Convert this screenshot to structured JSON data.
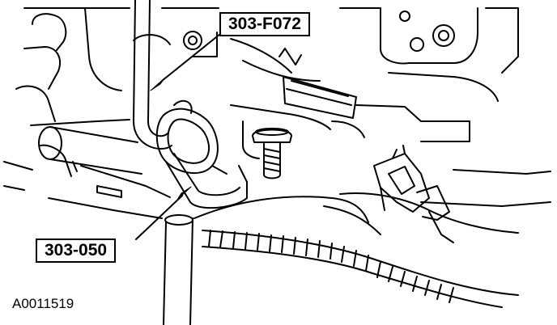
{
  "callouts": [
    {
      "label": "303-F072"
    },
    {
      "label": "303-050"
    }
  ],
  "figure_id": "A0011519",
  "colors": {
    "line": "#000000",
    "background": "#ffffff"
  }
}
